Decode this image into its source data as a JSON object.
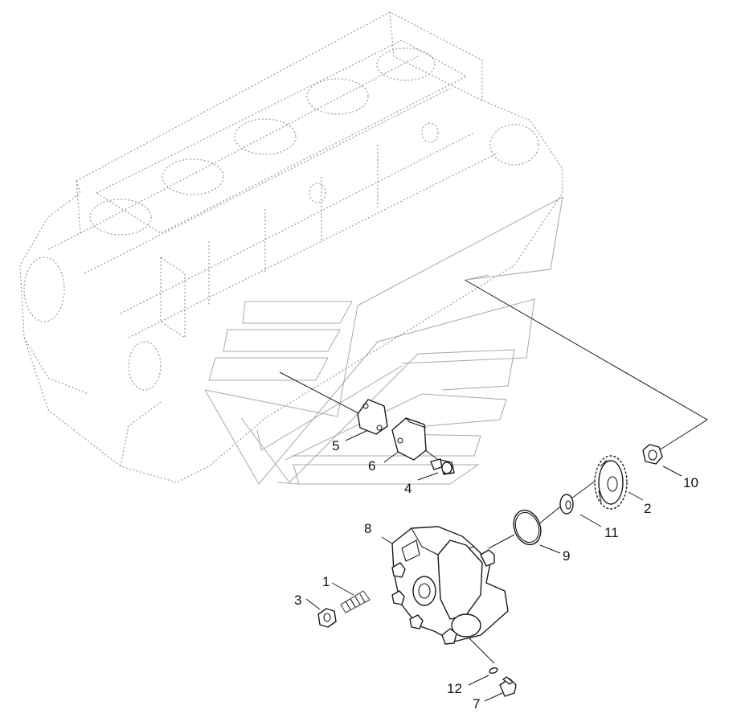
{
  "colors": {
    "line": "#1a1a1a",
    "ghost": "#9a9a9a",
    "background": "#ffffff"
  },
  "callouts": {
    "c1": "1",
    "c2": "2",
    "c3": "3",
    "c4": "4",
    "c5": "5",
    "c6": "6",
    "c7": "7",
    "c8": "8",
    "c9": "9",
    "c10": "10",
    "c11": "11",
    "c12": "12"
  }
}
